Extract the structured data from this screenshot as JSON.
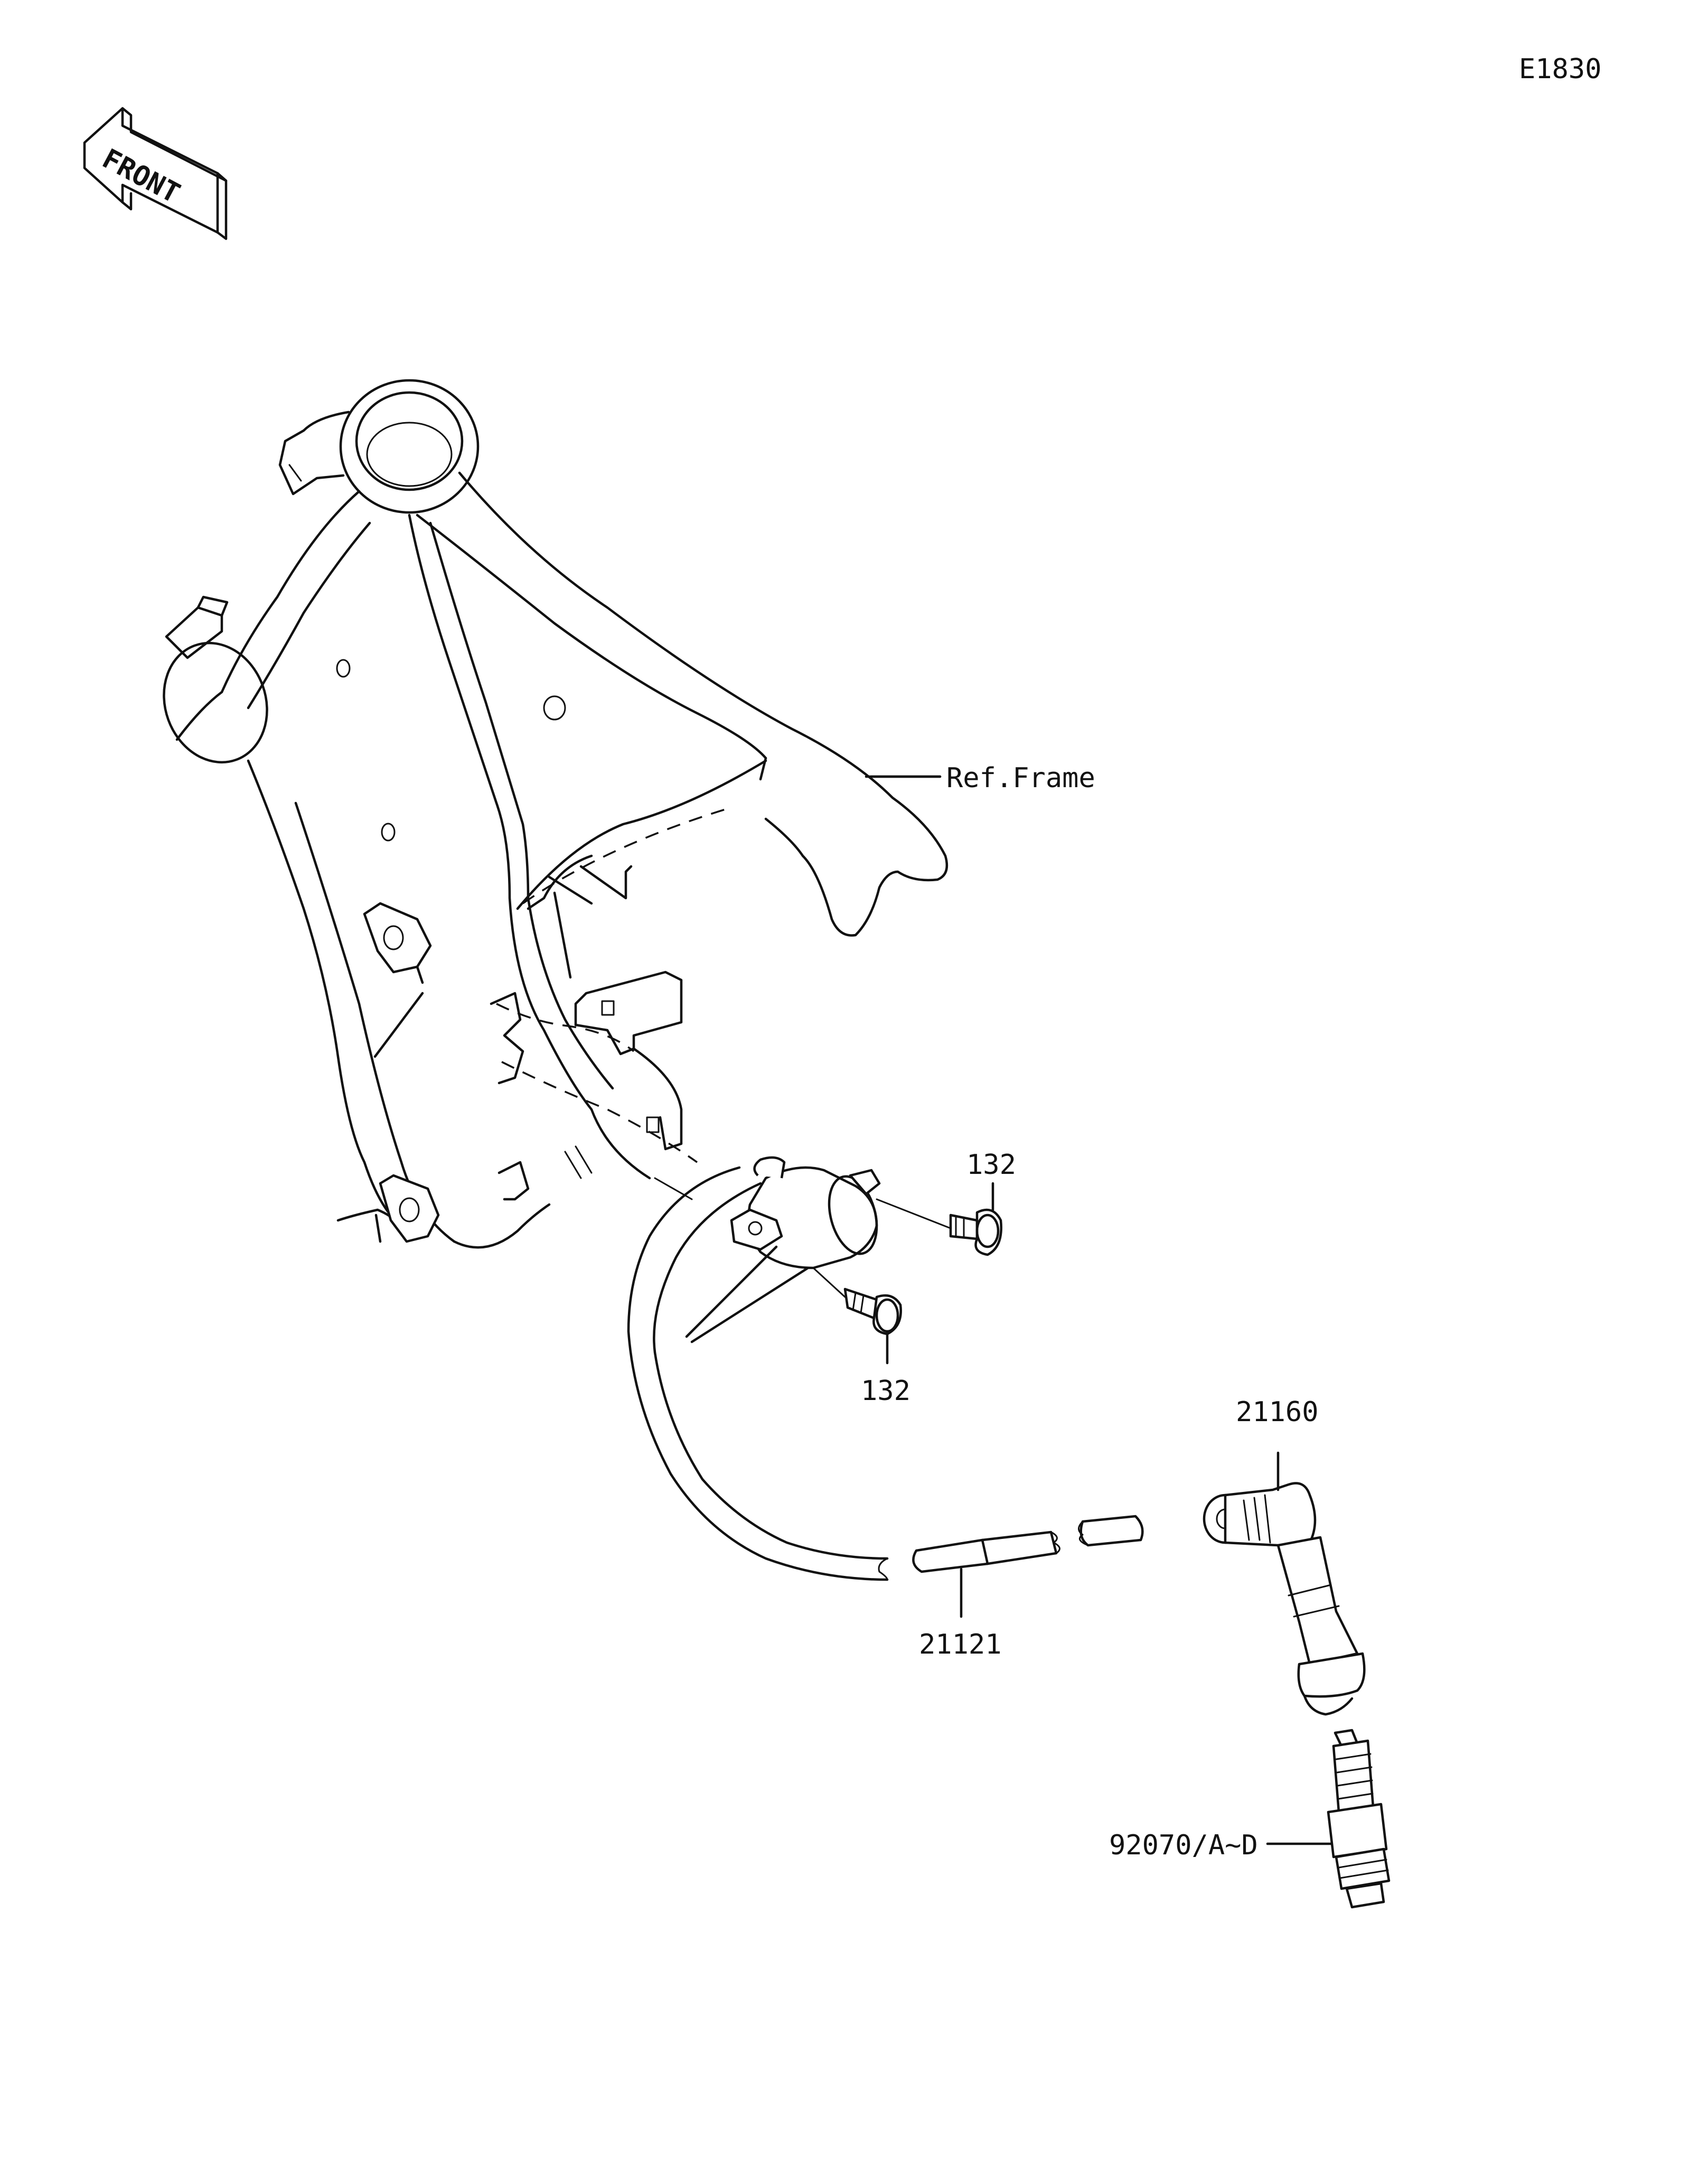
{
  "diagram": {
    "code": "E1830",
    "front_label": "FRONT",
    "frame_ref": "Ref.Frame",
    "parts": {
      "bolt_upper": "132",
      "bolt_lower": "132",
      "cap": "21160",
      "wire": "21121",
      "spark_plug": "92070/A~D"
    }
  }
}
